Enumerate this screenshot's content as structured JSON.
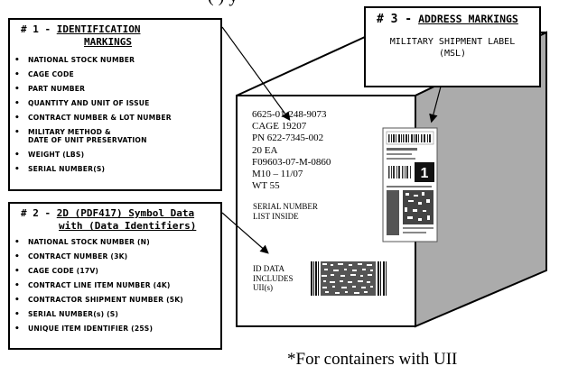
{
  "top_caption": "(               ) y",
  "panel1": {
    "number": "# 1 -",
    "title_line1": "IDENTIFICATION",
    "title_line2": "MARKINGS",
    "items": [
      "NATIONAL STOCK NUMBER",
      "CAGE CODE",
      "PART NUMBER",
      "QUANTITY AND UNIT OF ISSUE",
      "CONTRACT NUMBER & LOT NUMBER",
      [
        "MILITARY METHOD &",
        "DATE OF UNIT PRESERVATION"
      ],
      "WEIGHT (LBS)",
      "SERIAL NUMBER(S)"
    ]
  },
  "panel2": {
    "number": "# 2 -",
    "title_line1": "2D (PDF417) Symbol Data",
    "title_line2": "with (Data Identifiers)",
    "items": [
      "NATIONAL STOCK NUMBER (N)",
      "CONTRACT NUMBER (3K)",
      "CAGE CODE (17V)",
      "CONTRACT LINE ITEM NUMBER (4K)",
      "CONTRACTOR SHIPMENT NUMBER (5K)",
      "SERIAL NUMBER(s) (S)",
      "UNIQUE ITEM IDENTIFIER (25S)"
    ]
  },
  "panel3": {
    "number": "# 3 -",
    "title": "ADDRESS MARKINGS",
    "line1": "MILITARY SHIPMENT LABEL",
    "line2": "(MSL)"
  },
  "box_markings": {
    "lines": [
      "6625-01-248-9073",
      "CAGE 19207",
      "PN 622-7345-002",
      "20 EA",
      "F09603-07-M-0860",
      "M10 – 11/07",
      "WT 55"
    ],
    "serial_line1": "SERIAL NUMBER",
    "serial_line2": "LIST INSIDE",
    "id_line1": "ID DATA",
    "id_line2": "INCLUDES",
    "id_line3": "UII(s)"
  },
  "label_digit": "1",
  "footer": "*For containers with UII"
}
